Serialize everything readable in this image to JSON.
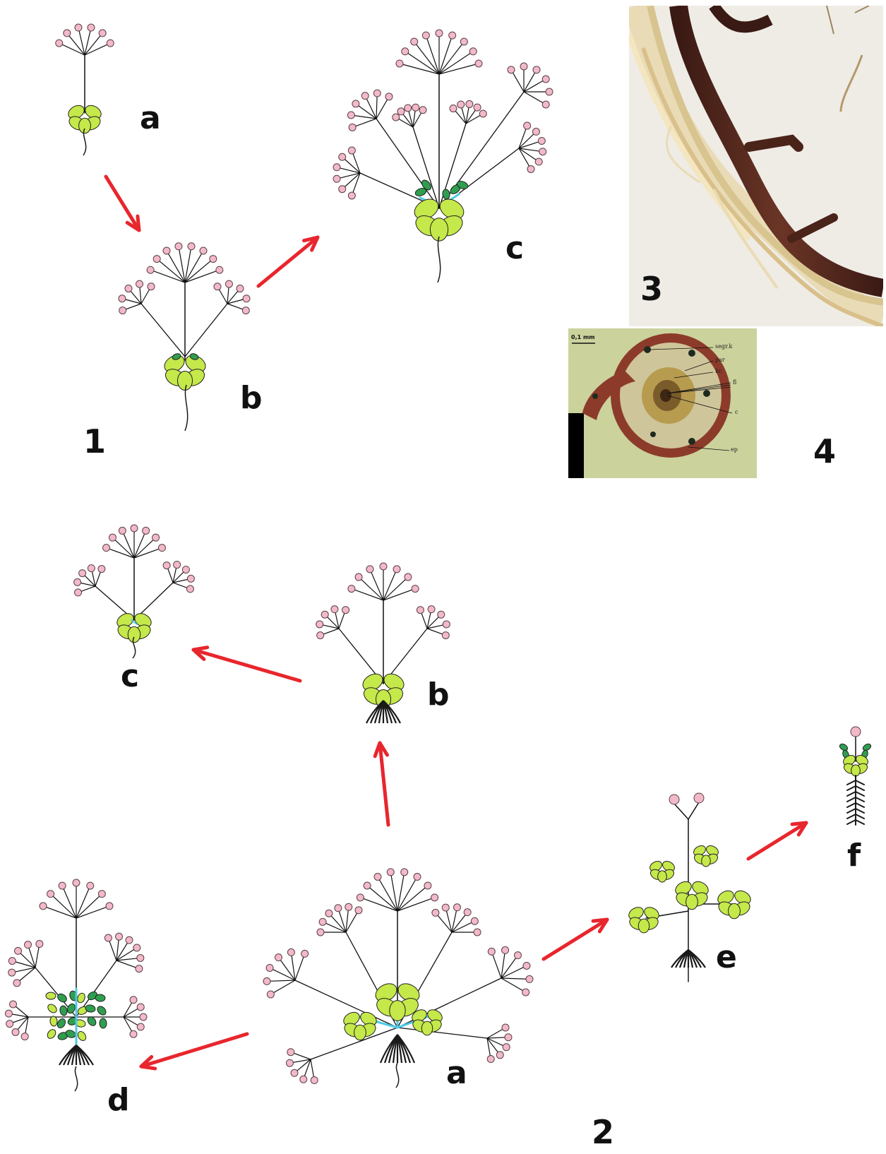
{
  "figure": {
    "panel_numbers": [
      "1",
      "2",
      "3",
      "4"
    ],
    "panel1_letters": [
      "a",
      "b",
      "c"
    ],
    "panel2_letters": [
      "a",
      "b",
      "c",
      "d",
      "e",
      "f"
    ]
  },
  "micrograph": {
    "scale_bar": "0,1 mm",
    "labels": [
      "segr.k",
      "par",
      "kc",
      "fl",
      "c",
      "ep"
    ]
  },
  "colors": {
    "arrow": "#e8262d",
    "rosette_leaf": "#c5e84a",
    "dark_leaf": "#2f9e4f",
    "petiole_blue": "#4fc9e6",
    "flower_pink": "#f2b9c9",
    "stem": "#111111",
    "root": "#1a1a1a"
  },
  "icons": [
    "plant-drawing",
    "arrow",
    "root-photo",
    "micrograph"
  ]
}
